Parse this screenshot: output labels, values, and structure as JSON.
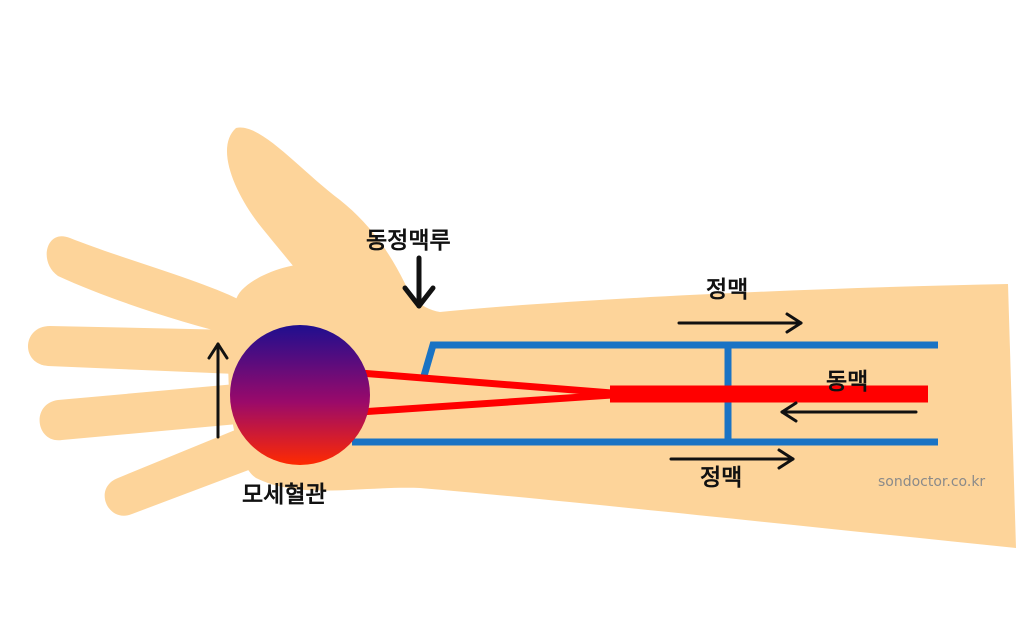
{
  "labels": {
    "fistula": "동정맥루",
    "vein_top": "정맥",
    "artery": "동맥",
    "vein_bottom": "정맥",
    "capillary": "모세혈관"
  },
  "watermark": "sondoctor.co.kr",
  "colors": {
    "background": "#ffffff",
    "skin": "#fdd49a",
    "artery": "#ff0000",
    "vein": "#1a73c4",
    "arrow": "#111111",
    "capillary_top": "#1f0e8f",
    "capillary_mid": "#9a0a6a",
    "capillary_bottom": "#ff2a00",
    "watermark": "#8a8a8a"
  },
  "icons": {
    "flow_arrow": "arrow-icon",
    "fistula_pointer": "arrow-down-icon"
  }
}
